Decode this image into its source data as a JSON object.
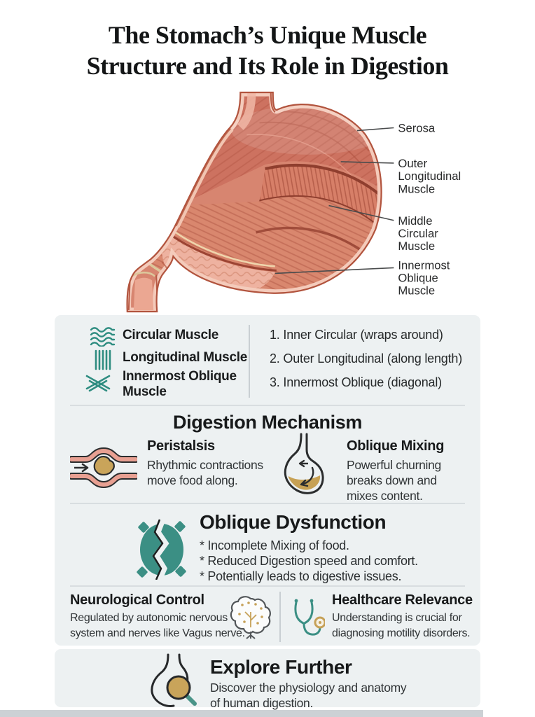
{
  "title": {
    "line1": "The Stomach’s Unique Muscle",
    "line2": "Structure and Its Role in Digestion"
  },
  "anatomy": {
    "serosa": "Serosa",
    "outer": [
      "Outer",
      "Longitudinal",
      "Muscle"
    ],
    "middle": [
      "Middle",
      "Circular",
      "Muscle"
    ],
    "innermost": [
      "Innermost",
      "Oblique",
      "Muscle"
    ]
  },
  "legend": {
    "items": [
      {
        "icon": "circular-muscle-waves-icon",
        "lines": [
          "Circular Muscle",
          ""
        ]
      },
      {
        "icon": "longitudinal-muscle-lines-icon",
        "lines": [
          "Longitudinal Muscle",
          ""
        ]
      },
      {
        "icon": "oblique-muscle-crosshatch-icon",
        "lines": [
          "Innermost Oblique",
          "Muscle"
        ]
      }
    ],
    "numbered": [
      "1. Inner Circular (wraps around)",
      "2. Outer Longitudinal (along length)",
      "3. Innermost Oblique (diagonal)"
    ]
  },
  "digestion": {
    "heading": "Digestion Mechanism",
    "peristalsis": {
      "title": "Peristalsis",
      "lines": [
        "Rhythmic contractions",
        "move food along."
      ]
    },
    "oblique_mixing": {
      "title": "Oblique Mixing",
      "lines": [
        "Powerful churning",
        "breaks down and",
        "mixes content."
      ]
    }
  },
  "dysfunction": {
    "heading": "Oblique Dysfunction",
    "bullets": [
      "* Incomplete Mixing of food.",
      "* Reduced Digestion speed and comfort.",
      "* Potentially leads to digestive issues."
    ]
  },
  "neurological": {
    "title": "Neurological Control",
    "lines": [
      "Regulated by autonomic nervous",
      "system and nerves like Vagus nerve."
    ]
  },
  "healthcare": {
    "title": "Healthcare Relevance",
    "lines": [
      "Understanding is crucial for",
      "diagnosing motility disorders."
    ]
  },
  "explore": {
    "title": "Explore Further",
    "lines": [
      "Discover the physiology and anatomy",
      "of human digestion."
    ]
  },
  "icons": [
    "stomach-anatomy-illustration",
    "circular-muscle-waves-icon",
    "longitudinal-muscle-lines-icon",
    "oblique-muscle-crosshatch-icon",
    "peristalsis-tube-icon",
    "stomach-mixing-icon",
    "broken-stomach-icon",
    "brain-icon",
    "stethoscope-icon",
    "stomach-magnifier-icon"
  ],
  "colors": {
    "teal": "#3b8f84",
    "gold": "#c6a158",
    "salmon": "#e8a092",
    "panel_bg": "#edf1f2",
    "muscle_red": "#cd7260",
    "text": "#1e2122"
  }
}
